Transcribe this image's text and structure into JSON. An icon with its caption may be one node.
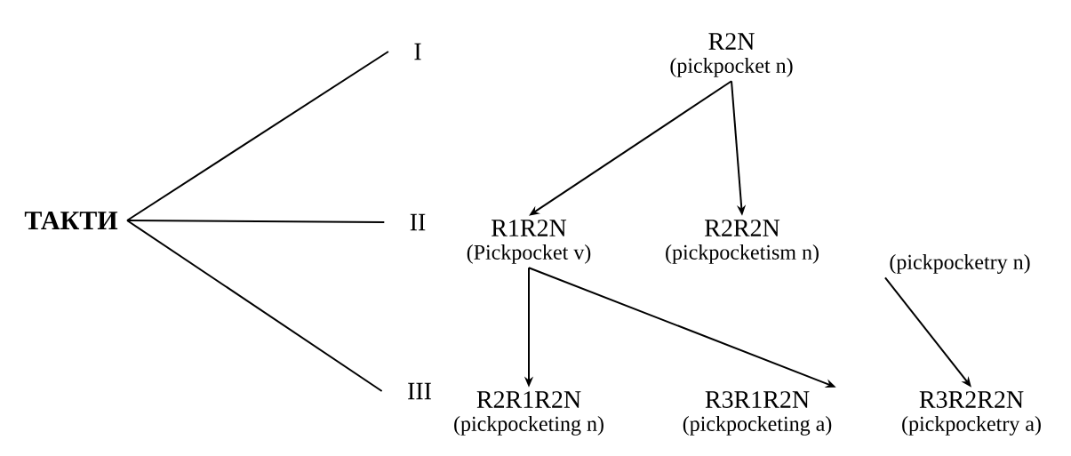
{
  "diagram": {
    "nodes": [
      {
        "text": [
          "ТАКТИ"
        ]
      },
      {
        "text": [
          "I"
        ]
      },
      {
        "text": [
          "II"
        ]
      },
      {
        "text": [
          "III"
        ]
      },
      {
        "text": [
          "R2N",
          "(pickpocket n)"
        ]
      },
      {
        "text": [
          "R1R2N",
          "(Pickpocket v)"
        ]
      },
      {
        "text": [
          "R2R2N",
          "(pickpocketism n)"
        ]
      },
      {
        "text": [
          "(pickpocketry n)"
        ]
      },
      {
        "text": [
          "R2R1R2N",
          "(pickpocketing n)"
        ]
      },
      {
        "text": [
          "R3R1R2N",
          "(pickpocketing a)"
        ]
      },
      {
        "text": [
          "R3R2R2N",
          "(pickpocketry a)"
        ]
      }
    ],
    "edges": [
      {
        "from": 0,
        "to": 1,
        "arrow": "none"
      },
      {
        "from": 0,
        "to": 2,
        "arrow": "none"
      },
      {
        "from": 0,
        "to": 3,
        "arrow": "none"
      },
      {
        "from": 4,
        "to": 5,
        "arrow": "to"
      },
      {
        "from": 4,
        "to": 6,
        "arrow": "to"
      },
      {
        "from": 5,
        "to": 8,
        "arrow": "to"
      },
      {
        "from": 5,
        "to": 9,
        "arrow": "to"
      },
      {
        "from": 7,
        "to": 10,
        "arrow": "to"
      }
    ]
  }
}
